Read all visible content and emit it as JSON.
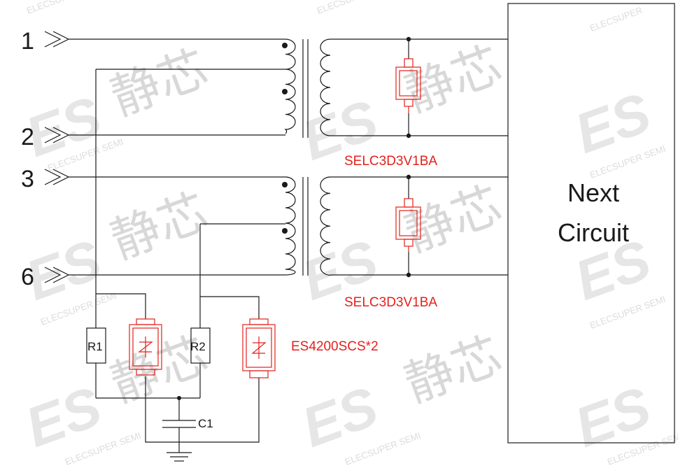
{
  "pins": [
    "1",
    "2",
    "3",
    "6"
  ],
  "tvs_labels": [
    "SELC3D3V1BA",
    "SELC3D3V1BA"
  ],
  "resistors": [
    "R1",
    "R2"
  ],
  "capacitor": "C1",
  "gdt_label": "ES4200SCS*2",
  "next_block": {
    "line1": "Next",
    "line2": "Circuit"
  },
  "watermark": {
    "cn": "静芯",
    "logo": "ES",
    "brand": "ELECSUPER SEMI",
    "brand_short": "ELECSUPER"
  },
  "colors": {
    "wire": "#1a1a1a",
    "accent": "#e2211c",
    "watermark": "#d8d8d8"
  }
}
